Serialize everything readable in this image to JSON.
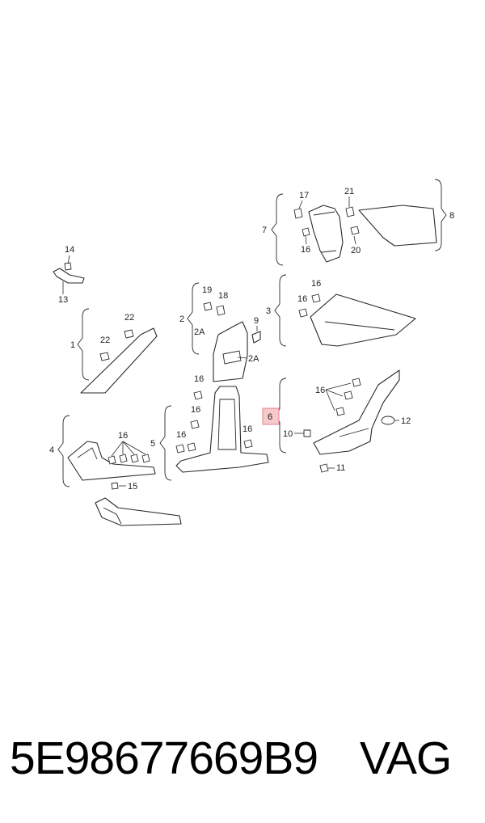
{
  "callouts": {
    "c1": "1",
    "c2": "2",
    "c2a_top": "2A",
    "c2a_side": "2A",
    "c3": "3",
    "c4": "4",
    "c5": "5",
    "c6": "6",
    "c7": "7",
    "c8": "8",
    "c9": "9",
    "c10": "10",
    "c11": "11",
    "c12": "12",
    "c13": "13",
    "c14": "14",
    "c15": "15",
    "c16": "16",
    "c17": "17",
    "c18": "18",
    "c19": "19",
    "c20": "20",
    "c21": "21",
    "c22": "22"
  },
  "footer": {
    "part_number": "5E98677669B9",
    "brand": "VAG"
  },
  "colors": {
    "line": "#2a2a2a",
    "highlight_fill": "#f6c9cc",
    "highlight_stroke": "#e26b73"
  }
}
